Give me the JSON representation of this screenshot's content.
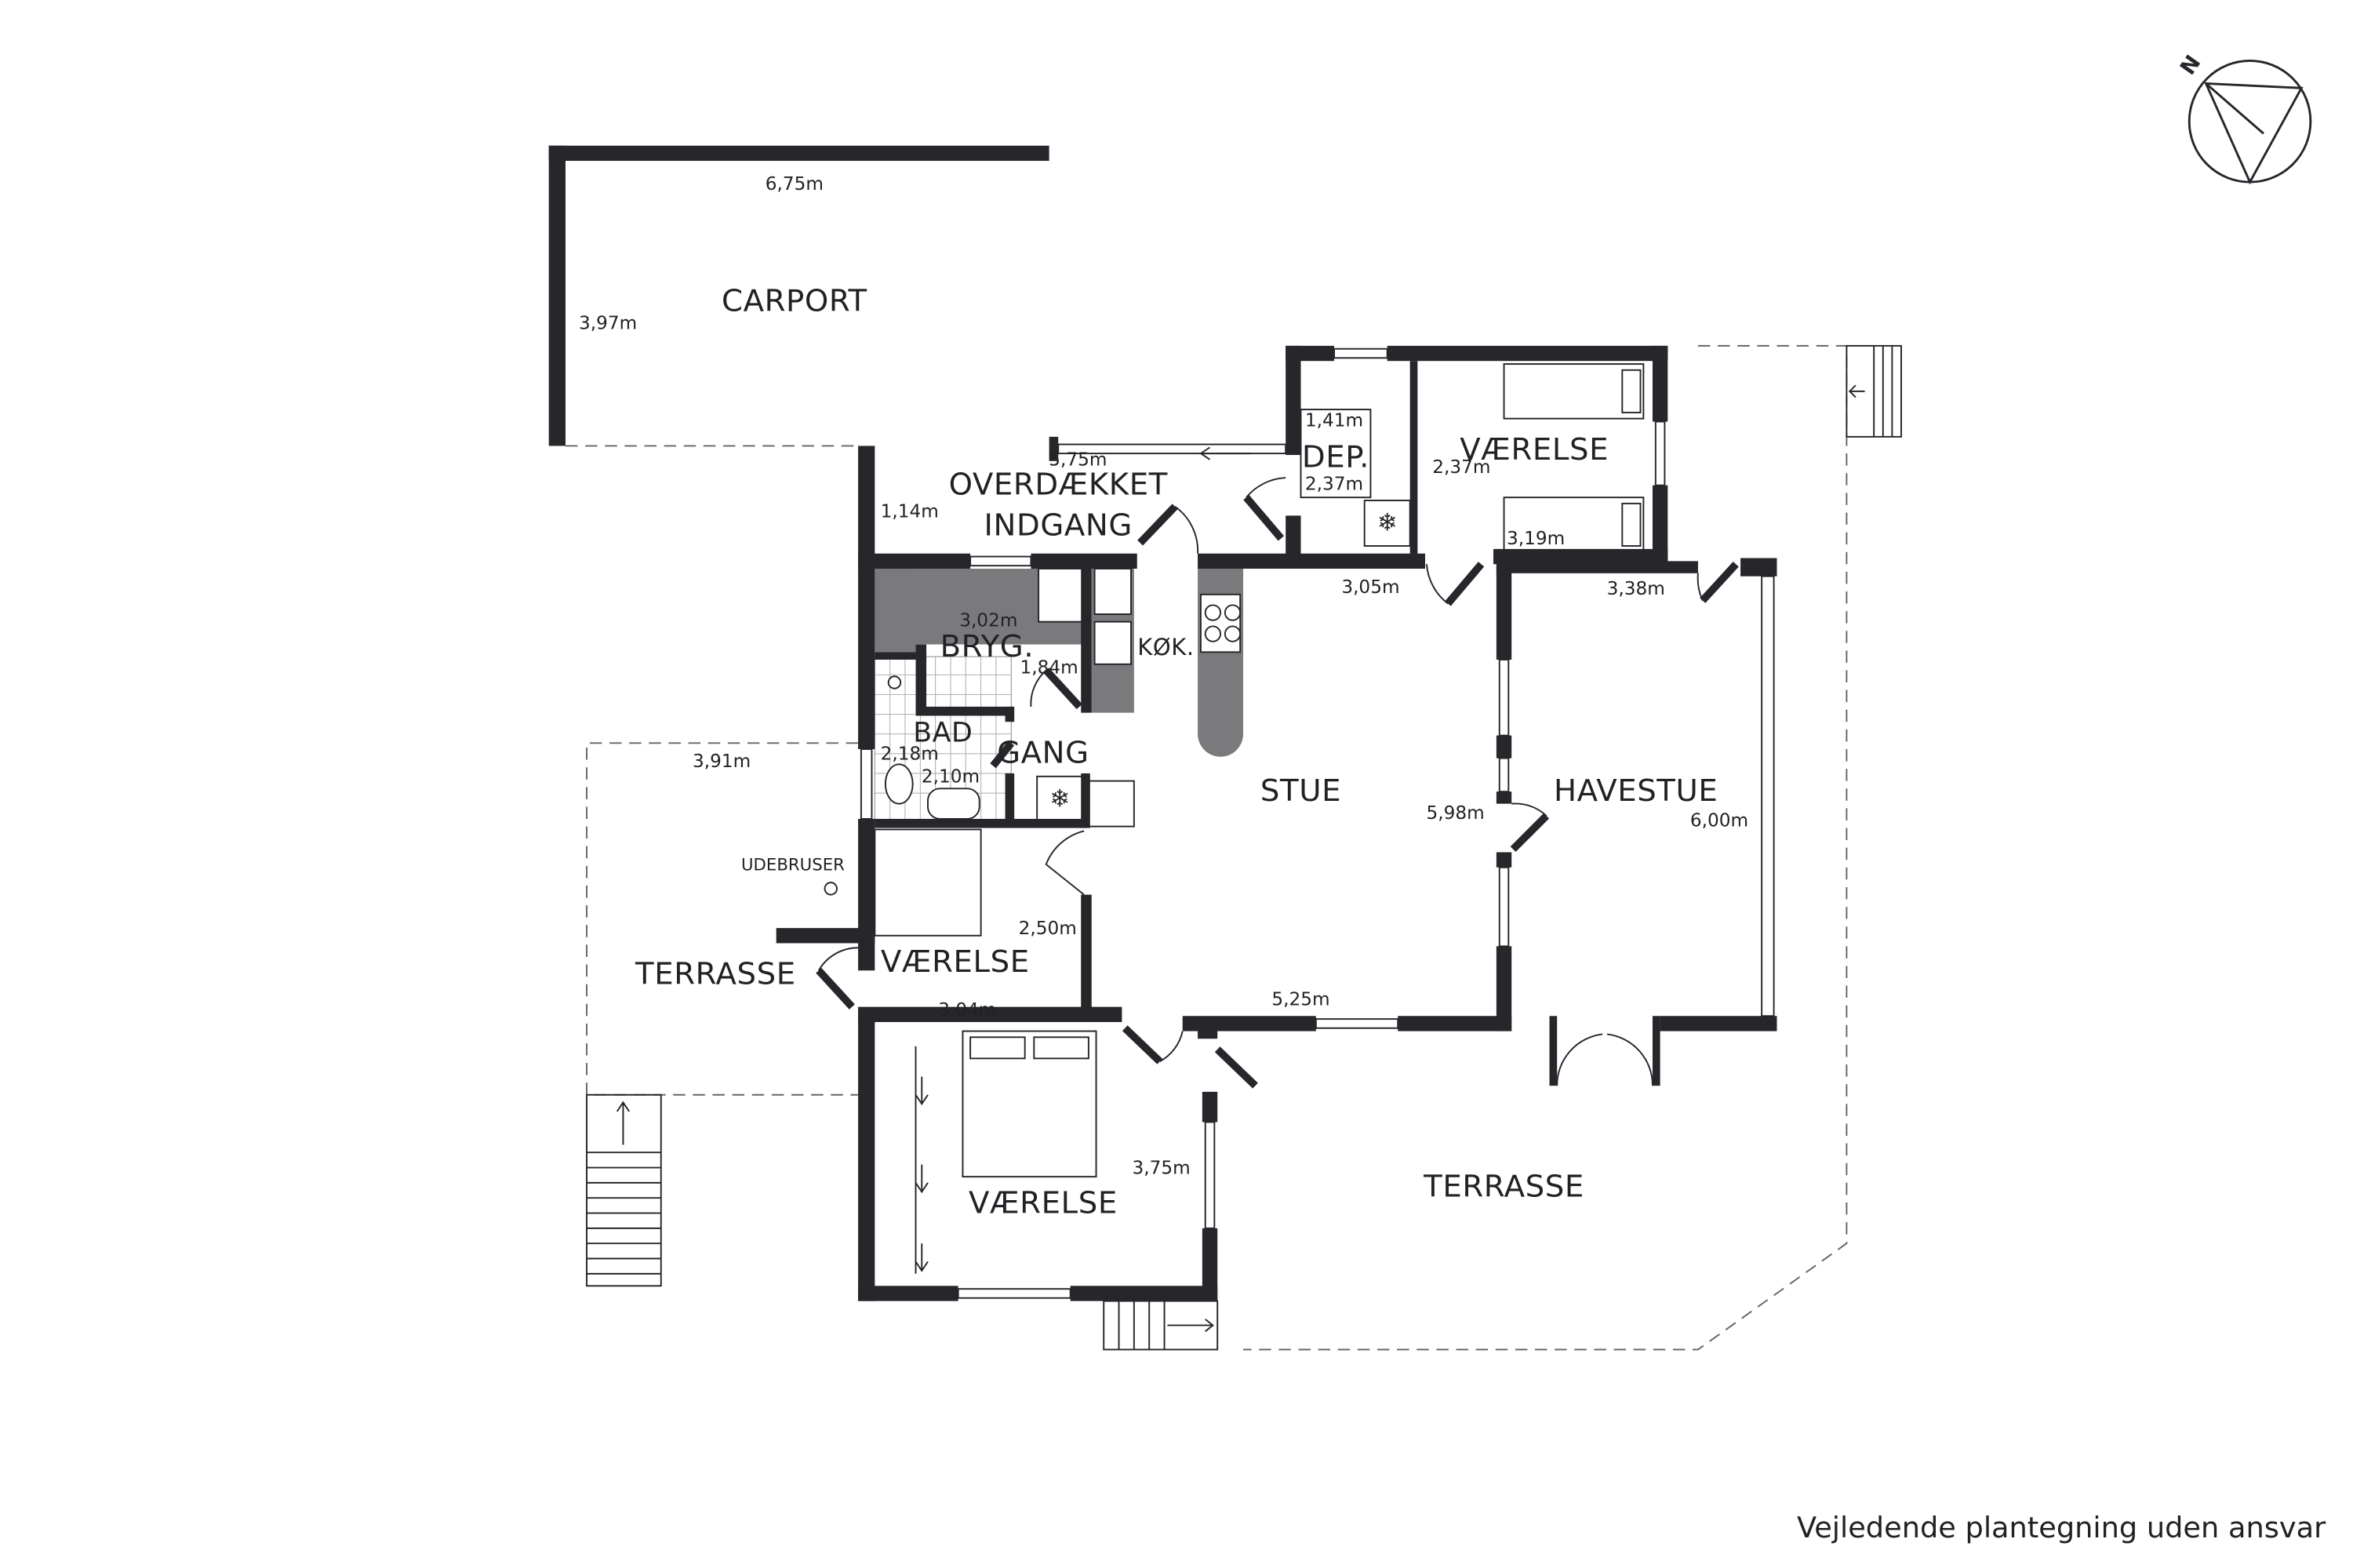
{
  "rooms": {
    "carport": "CARPORT",
    "overdaekket": "OVERDÆKKET",
    "indgang": "INDGANG",
    "dep": "DEP.",
    "vaerelse_ne": "VÆRELSE",
    "bryg": "BRYG.",
    "kok": "KØK.",
    "bad": "BAD",
    "gang": "GANG",
    "stue": "STUE",
    "havestue": "HAVESTUE",
    "vaerelse_w": "VÆRELSE",
    "vaerelse_s": "VÆRELSE",
    "terrasse_w": "TERRASSE",
    "terrasse_s": "TERRASSE",
    "udebruser": "UDEBRUSER"
  },
  "dimensions": {
    "carport_w": "6,75m",
    "carport_h": "3,97m",
    "indgang_w": "5,75m",
    "indgang_h": "1,14m",
    "dep_w": "1,41m",
    "dep_h": "2,37m",
    "vaerelse_ne_h": "2,37m",
    "vaerelse_ne_w": "3,19m",
    "stue_n": "3,05m",
    "havestue_n": "3,38m",
    "bryg_w": "3,02m",
    "bryg_h": "1,84m",
    "bad_h": "2,18m",
    "bad_w": "2,10m",
    "stue_h": "5,98m",
    "havestue_h": "6,00m",
    "terrasse_w_w": "3,91m",
    "vaerelse_w_h": "2,50m",
    "vaerelse_w_w": "3,04m",
    "stue_s": "5,25m",
    "vaerelse_s_h": "3,75m"
  },
  "compass": {
    "north_label": "N"
  },
  "footer_note": "Vejledende plantegning uden ansvar"
}
